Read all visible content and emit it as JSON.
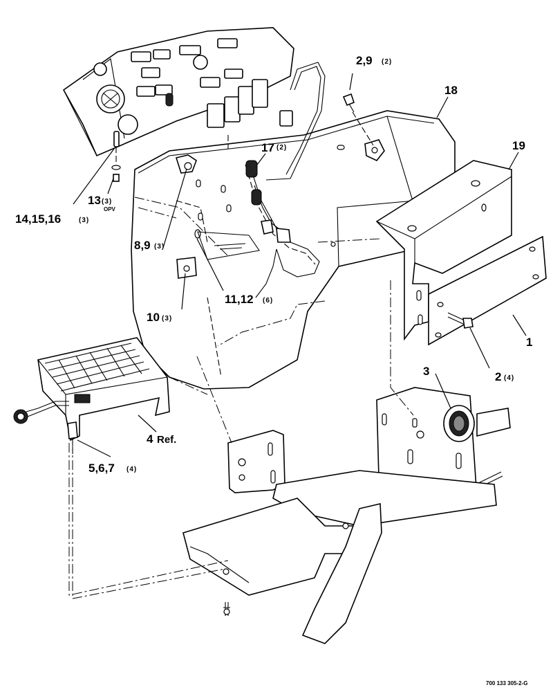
{
  "diagram": {
    "figure_id": "700 133 305-2-G",
    "callouts": [
      {
        "id": "c2-9-top",
        "num": "2,9",
        "qty": "(2)"
      },
      {
        "id": "c18",
        "num": "18",
        "qty": ""
      },
      {
        "id": "c19",
        "num": "19",
        "qty": ""
      },
      {
        "id": "c17",
        "num": "17",
        "qty": "(2)"
      },
      {
        "id": "c13",
        "num": "13",
        "qty": "(3)",
        "note": "OPV"
      },
      {
        "id": "c14-15-16",
        "num": "14,15,16",
        "qty": "(3)"
      },
      {
        "id": "c8-9",
        "num": "8,9",
        "qty": "(3)"
      },
      {
        "id": "c11-12",
        "num": "11,12",
        "qty": "(6)"
      },
      {
        "id": "c10",
        "num": "10",
        "qty": "(3)"
      },
      {
        "id": "c1",
        "num": "1",
        "qty": ""
      },
      {
        "id": "c2",
        "num": "2",
        "qty": "(4)"
      },
      {
        "id": "c3",
        "num": "3",
        "qty": ""
      },
      {
        "id": "c4",
        "num": "4",
        "qty": "",
        "note": "Ref."
      },
      {
        "id": "c5-6-7",
        "num": "5,6,7",
        "qty": "(4)"
      }
    ]
  }
}
